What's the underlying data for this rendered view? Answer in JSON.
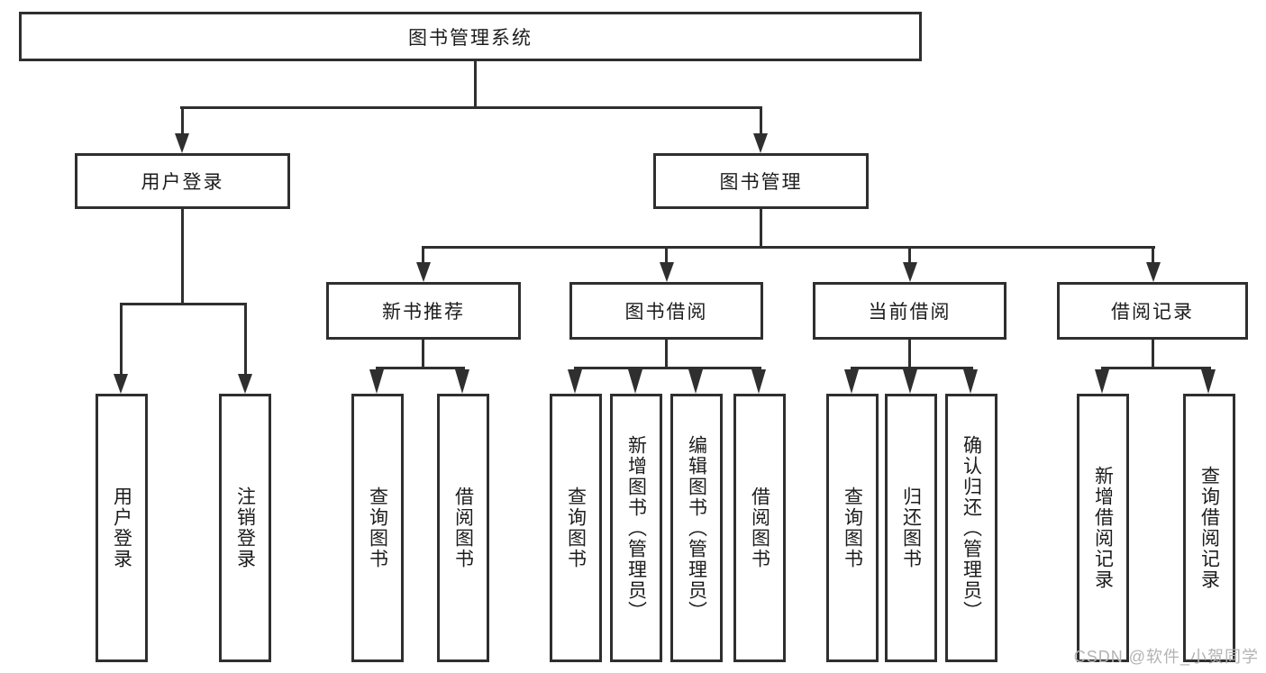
{
  "tree": {
    "label": "图书管理系统",
    "children": [
      {
        "label": "用户登录",
        "children": [
          {
            "label": "用户登录"
          },
          {
            "label": "注销登录"
          }
        ]
      },
      {
        "label": "图书管理",
        "children": [
          {
            "label": "新书推荐",
            "children": [
              {
                "label": "查询图书"
              },
              {
                "label": "借阅图书"
              }
            ]
          },
          {
            "label": "图书借阅",
            "children": [
              {
                "label": "查询图书"
              },
              {
                "label": "新增图书（管理员）"
              },
              {
                "label": "编辑图书（管理员）"
              },
              {
                "label": "借阅图书"
              }
            ]
          },
          {
            "label": "当前借阅",
            "children": [
              {
                "label": "查询图书"
              },
              {
                "label": "归还图书"
              },
              {
                "label": "确认归还（管理员）"
              }
            ]
          },
          {
            "label": "借阅记录",
            "children": [
              {
                "label": "新增借阅记录"
              },
              {
                "label": "查询借阅记录"
              }
            ]
          }
        ]
      }
    ]
  },
  "watermark": "CSDN @软件_小贺同学",
  "colors": {
    "line": "#2f2f2f",
    "text": "#1c1c1c",
    "watermark": "#b3b3b3",
    "background": "#ffffff"
  }
}
